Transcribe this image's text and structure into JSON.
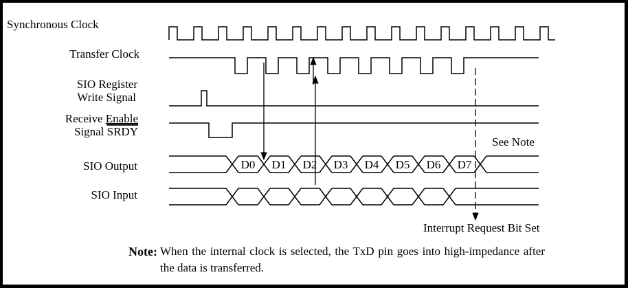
{
  "signals": {
    "sync_clock": "Synchronous Clock",
    "transfer_clock": "Transfer Clock",
    "sio_write_1": "SIO Register",
    "sio_write_2": "Write Signal",
    "receive_1_pre": "Receive ",
    "receive_1_ul": "Enable",
    "receive_2_pre": "Signal ",
    "receive_2_ol": "SRDY",
    "sio_output": "SIO Output",
    "sio_input": "SIO Input"
  },
  "data_bits": [
    "D0",
    "D1",
    "D2",
    "D3",
    "D4",
    "D5",
    "D6",
    "D7"
  ],
  "annotations": {
    "see_note": "See Note",
    "interrupt": "Interrupt Request Bit Set"
  },
  "note": {
    "label": "Note:",
    "text": "When the internal clock is selected, the TxD pin goes into high-impedance after the data is transferred."
  }
}
